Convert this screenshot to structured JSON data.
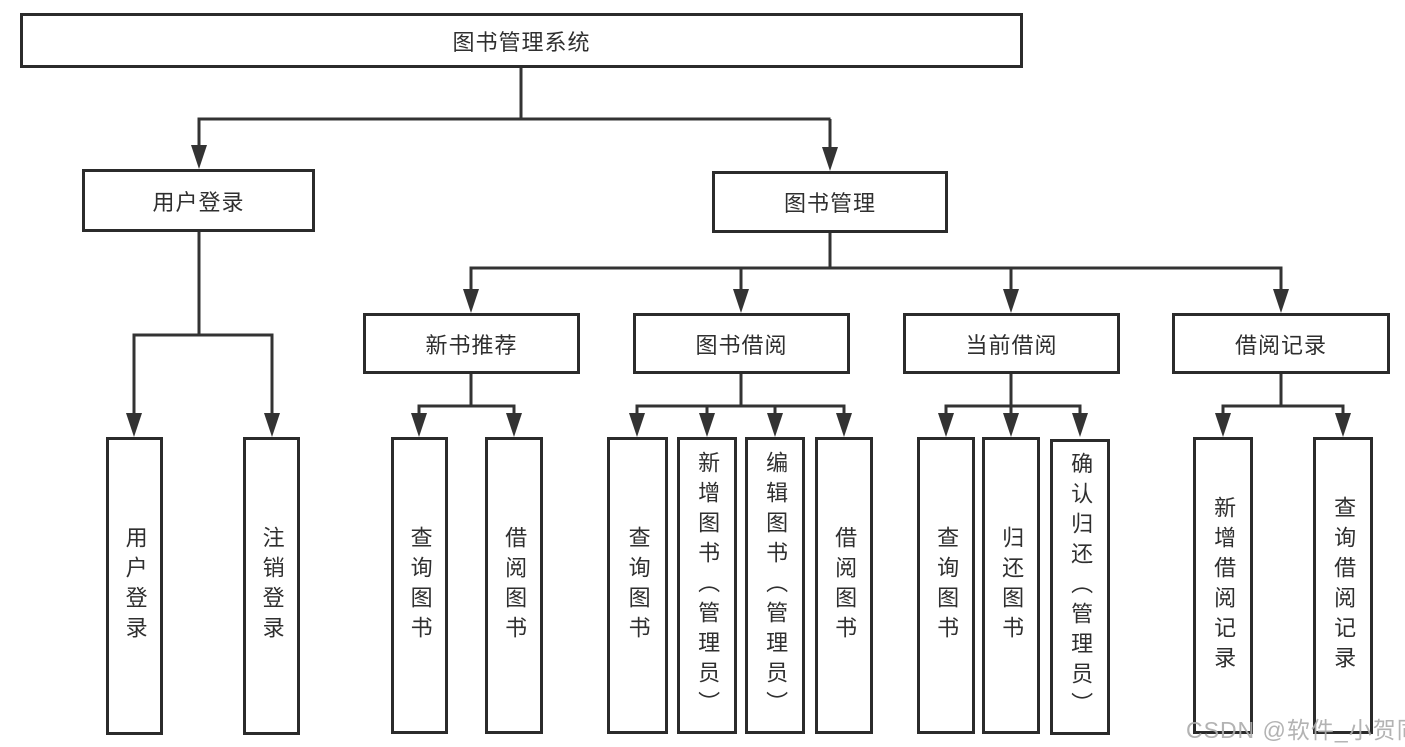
{
  "diagram": {
    "root": {
      "label": "图书管理系统"
    },
    "branches": [
      {
        "label": "用户登录",
        "children": [
          {
            "label": "用户登录"
          },
          {
            "label": "注销登录"
          }
        ]
      },
      {
        "label": "图书管理",
        "children": [
          {
            "label": "新书推荐",
            "children": [
              {
                "label": "查询图书"
              },
              {
                "label": "借阅图书"
              }
            ]
          },
          {
            "label": "图书借阅",
            "children": [
              {
                "label": "查询图书"
              },
              {
                "label": "新增图书（管理员）"
              },
              {
                "label": "编辑图书（管理员）"
              },
              {
                "label": "借阅图书"
              }
            ]
          },
          {
            "label": "当前借阅",
            "children": [
              {
                "label": "查询图书"
              },
              {
                "label": "归还图书"
              },
              {
                "label": "确认归还（管理员）"
              }
            ]
          },
          {
            "label": "借阅记录",
            "children": [
              {
                "label": "新增借阅记录"
              },
              {
                "label": "查询借阅记录"
              }
            ]
          }
        ]
      }
    ]
  },
  "watermark": {
    "text": "CSDN @软件_小贺同学"
  },
  "colors": {
    "line": "#333333",
    "box_border": "#2b2b2b",
    "text": "#2f2f2f",
    "watermark": "#adadad",
    "background": "#ffffff"
  }
}
